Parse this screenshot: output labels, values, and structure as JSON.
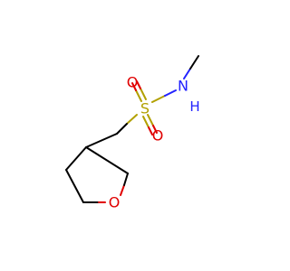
{
  "molecule": {
    "atoms": {
      "sulfur": {
        "label": "S",
        "color": "#b2a000"
      },
      "oxygen_top": {
        "label": "O",
        "color": "#e00000"
      },
      "oxygen_bottom": {
        "label": "O",
        "color": "#e00000"
      },
      "nitrogen": {
        "label": "N",
        "color": "#2222ff"
      },
      "hydrogen": {
        "label": "H",
        "color": "#2222ff"
      },
      "ring_oxygen": {
        "label": "O",
        "color": "#e00000"
      }
    },
    "bond_color": "#000000"
  }
}
